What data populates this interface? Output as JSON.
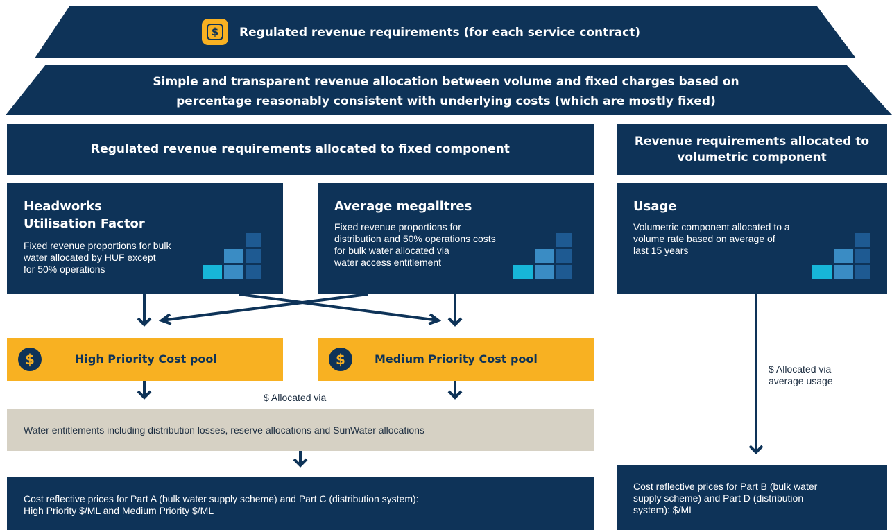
{
  "top_banner": {
    "icon": "dollar-icon",
    "icon_glyph": "$",
    "title": "Regulated revenue requirements (for each service contract)"
  },
  "allocation_banner": {
    "line1": "Simple and transparent revenue allocation between volume and fixed charges based on",
    "line2": "percentage reasonably consistent with underlying costs (which are mostly fixed)"
  },
  "fixed_header": "Regulated revenue requirements allocated to fixed component",
  "volumetric_header": {
    "line1": "Revenue requirements allocated to",
    "line2": "volumetric component"
  },
  "cards": [
    {
      "title_lines": [
        "Headworks",
        "Utilisation Factor"
      ],
      "desc_lines": [
        "Fixed revenue proportions for bulk",
        "water allocated by HUF except",
        "for 50% operations"
      ],
      "icon": "bar-blocks-icon"
    },
    {
      "title_lines": [
        "Average megalitres"
      ],
      "desc_lines": [
        "Fixed revenue proportions for",
        "distribution and 50% operations costs",
        "for bulk water allocated via",
        "water access entitlement"
      ],
      "icon": "bar-blocks-icon"
    },
    {
      "title_lines": [
        "Usage"
      ],
      "desc_lines": [
        "Volumetric component allocated to a",
        "volume rate based on average of",
        "last 15 years"
      ],
      "icon": "bar-blocks-icon"
    }
  ],
  "pools": [
    {
      "icon_glyph": "$",
      "label": "High Priority Cost pool"
    },
    {
      "icon_glyph": "$",
      "label": "Medium Priority Cost pool"
    }
  ],
  "allocated_via": "$ Allocated via",
  "volumetric_allocated": {
    "line1": "$ Allocated via",
    "line2": "average usage"
  },
  "entitlements": "Water entitlements including distribution losses, reserve allocations and SunWater allocations",
  "price_fixed": {
    "line1": "Cost reflective prices for Part A (bulk water supply scheme) and Part C (distribution system):",
    "line2": "High Priority $/ML and Medium Priority $/ML"
  },
  "price_volumetric": {
    "line1": "Cost reflective prices for Part B (bulk water",
    "line2": "supply scheme) and Part D (distribution",
    "line3": "system): $/ML"
  },
  "colors": {
    "navy": "#0e3358",
    "gold": "#f8b122",
    "beige": "#d6d1c4",
    "block_dark": "#1e5a92",
    "block_mid": "#3a8cc4",
    "block_light": "#17b6d8"
  }
}
